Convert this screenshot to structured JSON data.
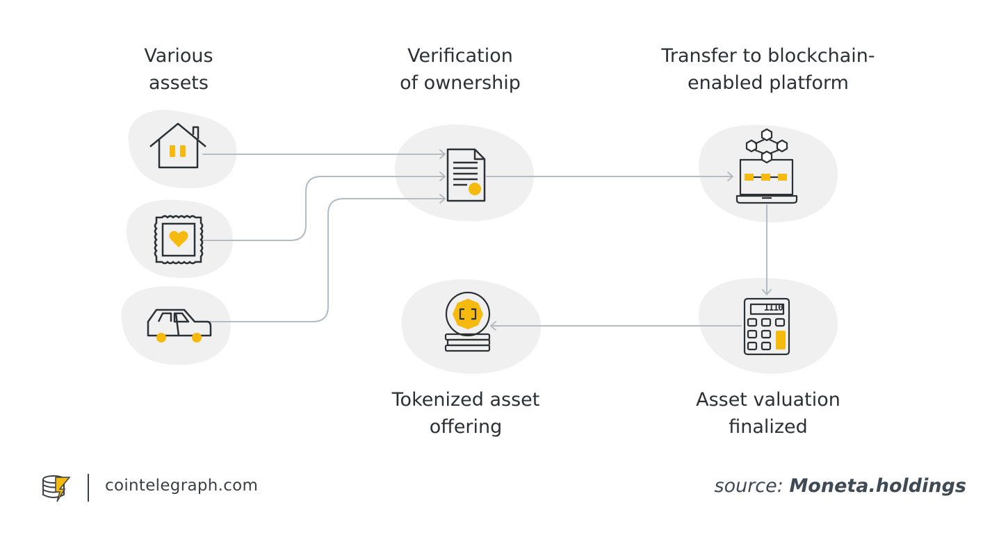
{
  "steps": {
    "various_assets": [
      "Various",
      "assets"
    ],
    "verification": [
      "Verification",
      "of ownership"
    ],
    "transfer": [
      "Transfer to blockchain-",
      "enabled platform"
    ],
    "valuation": [
      "Asset valuation",
      "finalized"
    ],
    "tokenized": [
      "Tokenized asset",
      "offering"
    ]
  },
  "icons": {
    "house": "house-icon",
    "stamp": "stamp-heart-icon",
    "car": "car-icon",
    "document": "certificate-document-icon",
    "laptop": "blockchain-laptop-icon",
    "calculator": "calculator-icon",
    "coin": "token-coin-icon"
  },
  "calculator_display": "1110",
  "footer": {
    "site": "cointelegraph.com",
    "source_prefix": "source: ",
    "source_brand": "Moneta.holdings"
  },
  "colors": {
    "accent": "#f6b90e",
    "line": "#b3bcc2",
    "blob": "#f0f0f0",
    "stroke": "#2b3034"
  }
}
